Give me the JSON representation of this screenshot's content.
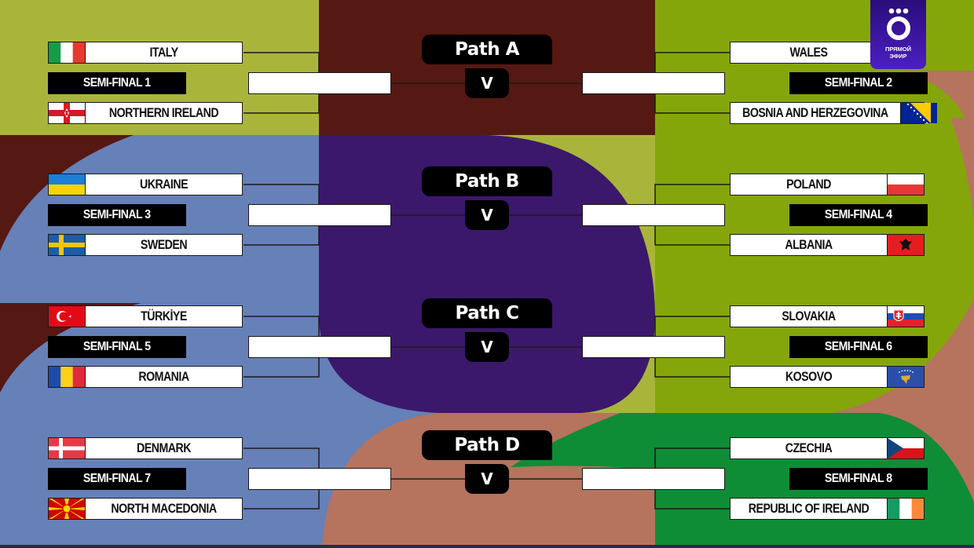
{
  "colors": {
    "olive": "#a9b53a",
    "maroon": "#561812",
    "lime": "#84a60a",
    "blue": "#6680b8",
    "purple": "#3b186b",
    "terracotta": "#b6735e",
    "green": "#0f8c36",
    "label_bg": "#000000"
  },
  "logo": {
    "icon": "channel-logo-o-icon",
    "text_line1": "ПРЯМОЙ",
    "text_line2": "ЭФИР"
  },
  "paths": [
    {
      "title": "Path A",
      "vs": "V",
      "left": {
        "semi_final": "SEMI-FINAL 1",
        "team1": {
          "name": "ITALY",
          "flag": "italy-flag-icon"
        },
        "team2": {
          "name": "NORTHERN IRELAND",
          "flag": "northern-ireland-flag-icon"
        }
      },
      "right": {
        "semi_final": "SEMI-FINAL 2",
        "team1": {
          "name": "WALES",
          "flag": "wales-flag-icon"
        },
        "team2": {
          "name": "BOSNIA AND HERZEGOVINA",
          "flag": "bosnia-flag-icon"
        }
      }
    },
    {
      "title": "Path B",
      "vs": "V",
      "left": {
        "semi_final": "SEMI-FINAL 3",
        "team1": {
          "name": "UKRAINE",
          "flag": "ukraine-flag-icon"
        },
        "team2": {
          "name": "SWEDEN",
          "flag": "sweden-flag-icon"
        }
      },
      "right": {
        "semi_final": "SEMI-FINAL 4",
        "team1": {
          "name": "POLAND",
          "flag": "poland-flag-icon"
        },
        "team2": {
          "name": "ALBANIA",
          "flag": "albania-flag-icon"
        }
      }
    },
    {
      "title": "Path C",
      "vs": "V",
      "left": {
        "semi_final": "SEMI-FINAL 5",
        "team1": {
          "name": "TÜRKİYE",
          "flag": "turkey-flag-icon"
        },
        "team2": {
          "name": "ROMANIA",
          "flag": "romania-flag-icon"
        }
      },
      "right": {
        "semi_final": "SEMI-FINAL 6",
        "team1": {
          "name": "SLOVAKIA",
          "flag": "slovakia-flag-icon"
        },
        "team2": {
          "name": "KOSOVO",
          "flag": "kosovo-flag-icon"
        }
      }
    },
    {
      "title": "Path D",
      "vs": "V",
      "left": {
        "semi_final": "SEMI-FINAL 7",
        "team1": {
          "name": "DENMARK",
          "flag": "denmark-flag-icon"
        },
        "team2": {
          "name": "NORTH MACEDONIA",
          "flag": "north-macedonia-flag-icon"
        }
      },
      "right": {
        "semi_final": "SEMI-FINAL 8",
        "team1": {
          "name": "CZECHIA",
          "flag": "czechia-flag-icon"
        },
        "team2": {
          "name": "REPUBLIC OF IRELAND",
          "flag": "ireland-flag-icon"
        }
      }
    }
  ]
}
